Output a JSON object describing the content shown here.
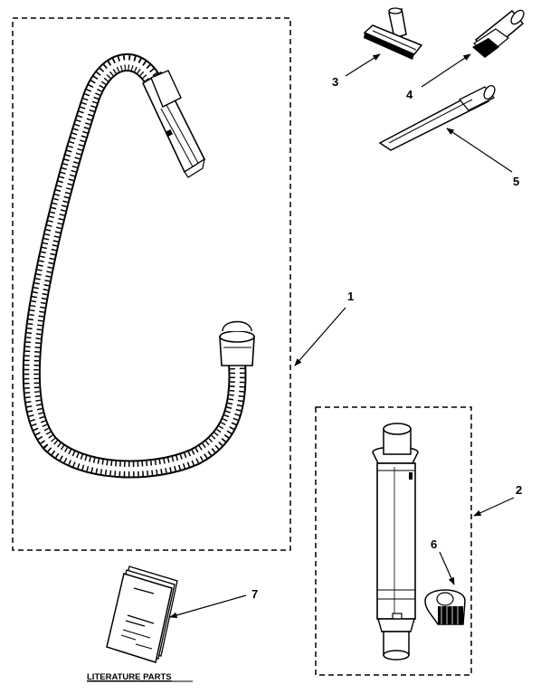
{
  "callouts": {
    "c1": "1",
    "c2": "2",
    "c3": "3",
    "c4": "4",
    "c5": "5",
    "c6": "6",
    "c7": "7"
  },
  "literature_label": "LITERATURE PARTS"
}
